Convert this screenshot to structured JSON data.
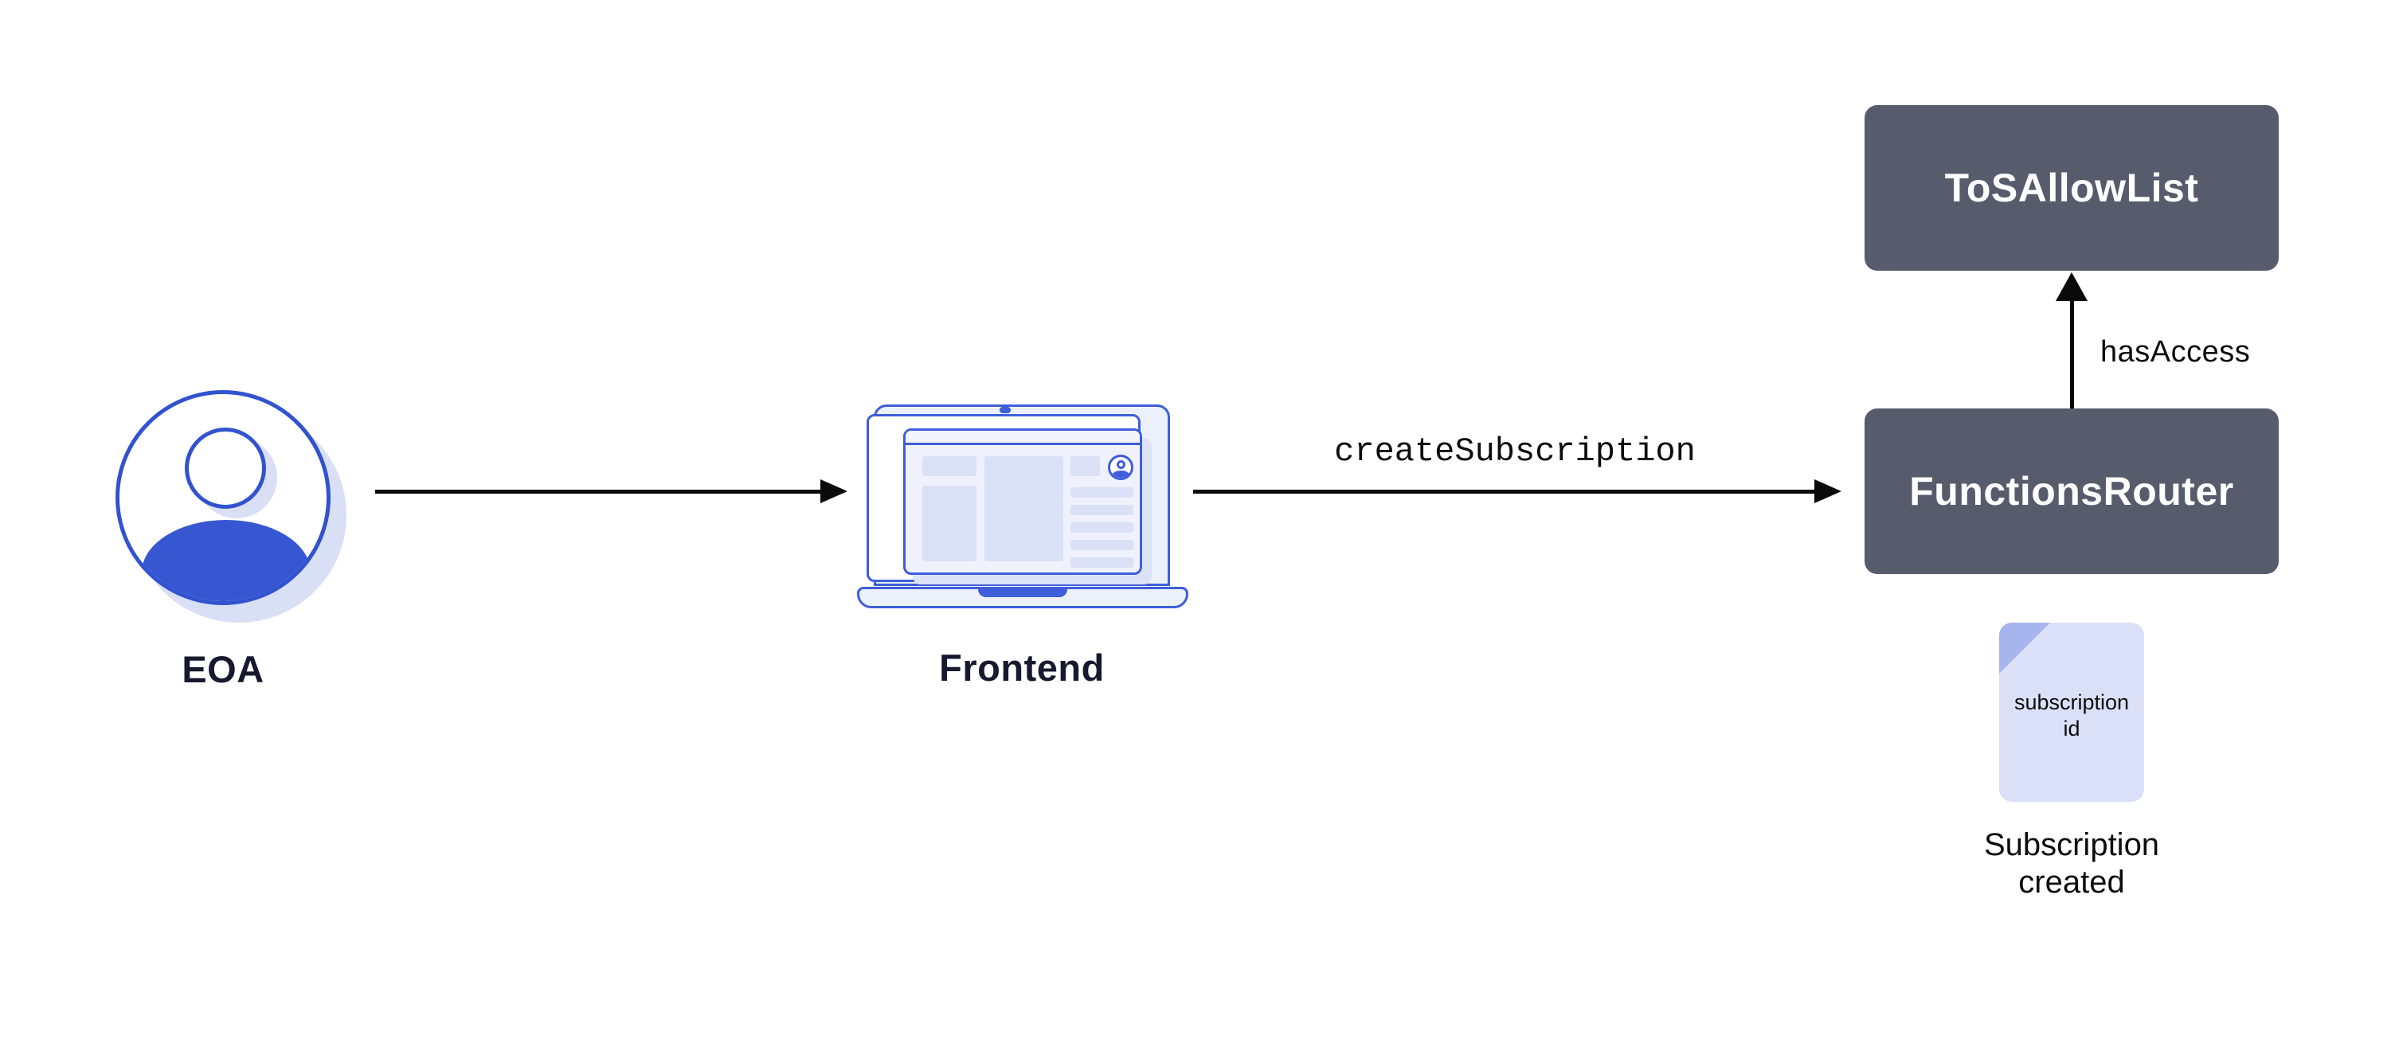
{
  "diagram": {
    "title_hint": "subscription creation flow",
    "nodes": {
      "eoa_label": "EOA",
      "frontend_label": "Frontend",
      "tos_label": "ToSAllowList",
      "router_label": "FunctionsRouter"
    },
    "edges": {
      "create_label": "createSubscription",
      "hasaccess_label": "hasAccess"
    },
    "document": {
      "text": "subscription id",
      "caption": "Subscription created"
    }
  },
  "colors": {
    "background": "#FFFFFF",
    "brand_blue_stroke": "#3253CF",
    "brand_blue_fill": "#3757D2",
    "laptop_blue": "#3E5EDA",
    "lavender_shadow": "#D9E0F6",
    "lavender_block": "#DAE1F6",
    "laptop_body": "#ECF0FA",
    "doc_fill": "#D9E0F7",
    "doc_fold": "#A6B5EE",
    "slate_box": "#565C6B",
    "box_text": "#FFFFFF",
    "label_navy": "#171A2F",
    "arrow_black": "#0A0A0A"
  }
}
